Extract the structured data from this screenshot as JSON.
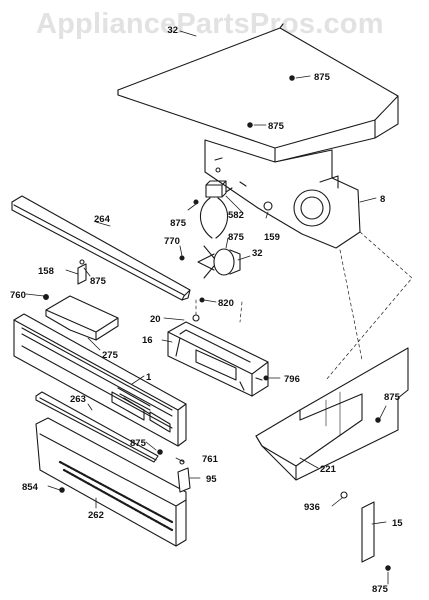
{
  "watermark": "AppliancePartsPros.com",
  "callouts": [
    "32",
    "875",
    "875",
    "8",
    "264",
    "875",
    "582",
    "159",
    "770",
    "875",
    "32",
    "158",
    "875",
    "760",
    "820",
    "275",
    "20",
    "16",
    "796",
    "1",
    "875",
    "263",
    "875",
    "761",
    "95",
    "221",
    "854",
    "262",
    "936",
    "15",
    "875"
  ]
}
